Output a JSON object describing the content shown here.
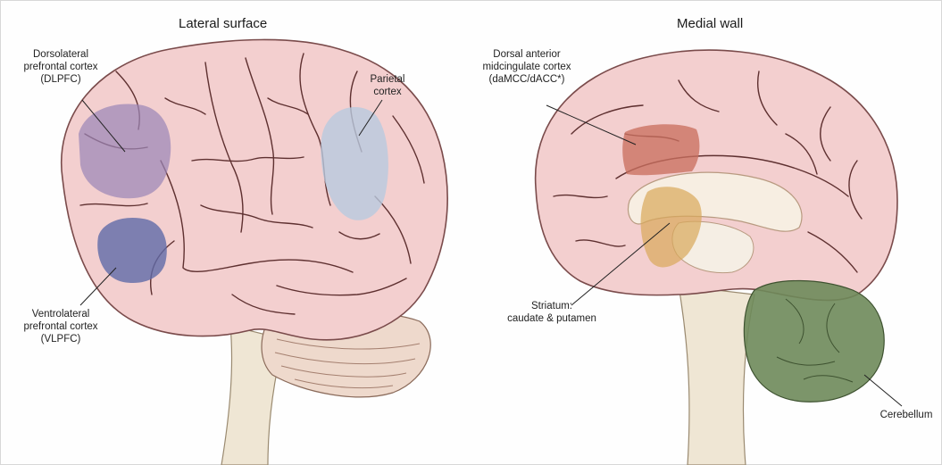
{
  "panels": {
    "lateral": {
      "title": "Lateral surface",
      "labels": {
        "dlpfc": [
          "Dorsolateral",
          "prefrontal cortex",
          "(DLPFC)"
        ],
        "parietal": [
          "Parietal",
          "cortex"
        ],
        "vlpfc": [
          "Ventrolateral",
          "prefrontal cortex",
          "(VLPFC)"
        ]
      }
    },
    "medial": {
      "title": "Medial wall",
      "labels": {
        "damcc": [
          "Dorsal anterior",
          "midcingulate cortex",
          "(daMCC/dACC*)"
        ],
        "striatum": [
          "Striatum:",
          "caudate & putamen"
        ],
        "cerebellum": [
          "Cerebellum"
        ]
      }
    }
  },
  "colors": {
    "brain": "#f3cfcf",
    "brain_outline": "#7a4b4b",
    "sulci": "#5e3030",
    "dlpfc": "#9b86b7",
    "vlpfc": "#5f6aa8",
    "parietal": "#b8c9df",
    "damcc": "#c9705f",
    "striatum": "#d9a85a",
    "cerebellum": "#6e8a5a",
    "brainstem": "#efe6d4"
  }
}
